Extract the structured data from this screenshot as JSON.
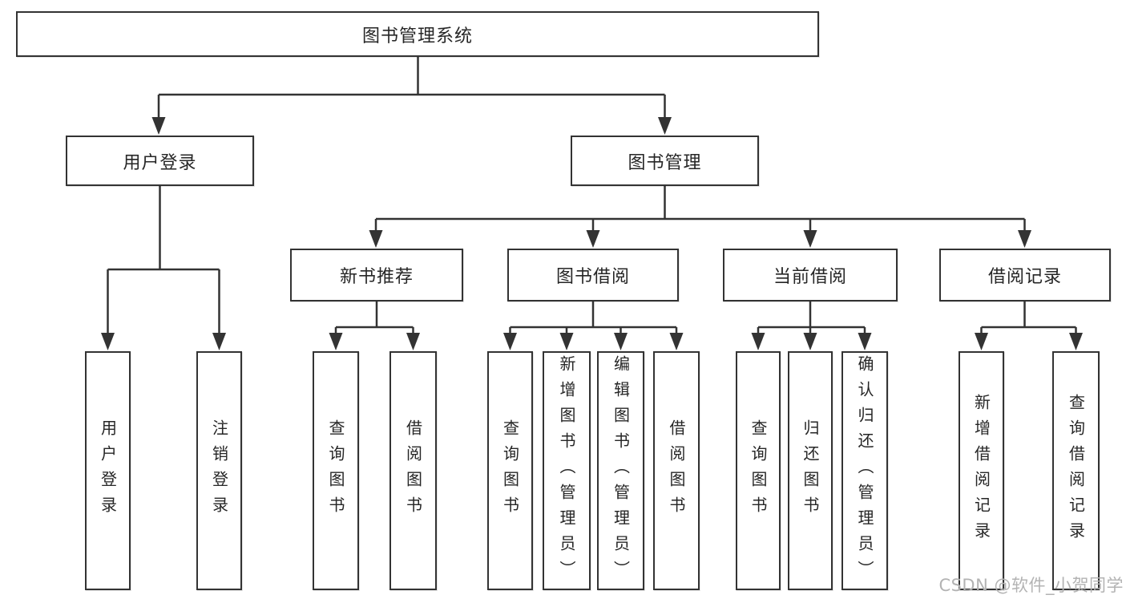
{
  "diagram": {
    "root_label": "图书管理系统",
    "level2": [
      {
        "label": "用户登录",
        "children": [
          {
            "label": "用户登录"
          },
          {
            "label": "注销登录"
          }
        ]
      },
      {
        "label": "图书管理",
        "children": [
          {
            "label": "新书推荐",
            "children": [
              {
                "label": "查询图书"
              },
              {
                "label": "借阅图书"
              }
            ]
          },
          {
            "label": "图书借阅",
            "children": [
              {
                "label": "查询图书"
              },
              {
                "label": "新增图书（管理员）"
              },
              {
                "label": "编辑图书（管理员）"
              },
              {
                "label": "借阅图书"
              }
            ]
          },
          {
            "label": "当前借阅",
            "children": [
              {
                "label": "查询图书"
              },
              {
                "label": "归还图书"
              },
              {
                "label": "确认归还（管理员）"
              }
            ]
          },
          {
            "label": "借阅记录",
            "children": [
              {
                "label": "新增借阅记录"
              },
              {
                "label": "查询借阅记录"
              }
            ]
          }
        ]
      }
    ]
  },
  "watermark": "CSDN @软件_小贺同学",
  "colors": {
    "line": "#333333",
    "box_border": "#333333",
    "text": "#262626",
    "background": "#ffffff",
    "watermark": "#b3b3b3"
  }
}
